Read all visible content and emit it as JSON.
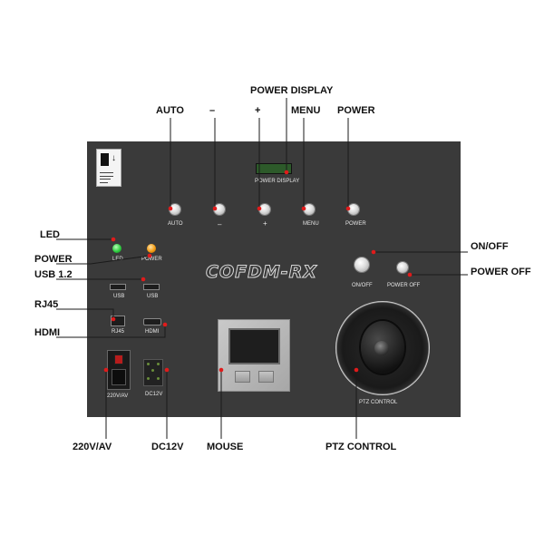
{
  "callouts": {
    "power_display": "POWER DISPLAY",
    "auto": "AUTO",
    "minus": "–",
    "plus": "+",
    "menu": "MENU",
    "power": "POWER",
    "led": "LED",
    "power_led": "POWER",
    "usb": "USB 1.2",
    "rj45": "RJ45",
    "hdmi": "HDMI",
    "onoff": "ON/OFF",
    "power_off": "POWER OFF",
    "ac": "220V/AV",
    "dc": "DC12V",
    "mouse": "MOUSE",
    "ptz": "PTZ CONTROL"
  },
  "panel": {
    "brand": "COFDM-RX",
    "power_display": "POWER DISPLAY",
    "auto": "AUTO",
    "minus": "–",
    "plus": "+",
    "menu": "MENU",
    "power": "POWER",
    "led": "LED",
    "power_led": "POWER",
    "usb_1": "USB",
    "usb_2": "USB",
    "rj45": "RJ45",
    "hdmi": "HDMI",
    "onoff": "ON/OFF",
    "power_off": "POWER OFF",
    "ac": "220V/AV",
    "dc": "DC12V",
    "ptz": "PTZ CONTROL"
  },
  "colors": {
    "panel": "#3a3a3a",
    "leader_line": "#1a1a1a",
    "leader_dot": "#e01b1b",
    "led_green": "#2ecc40",
    "led_orange": "#f39c12",
    "display": "#2d5a2a"
  }
}
